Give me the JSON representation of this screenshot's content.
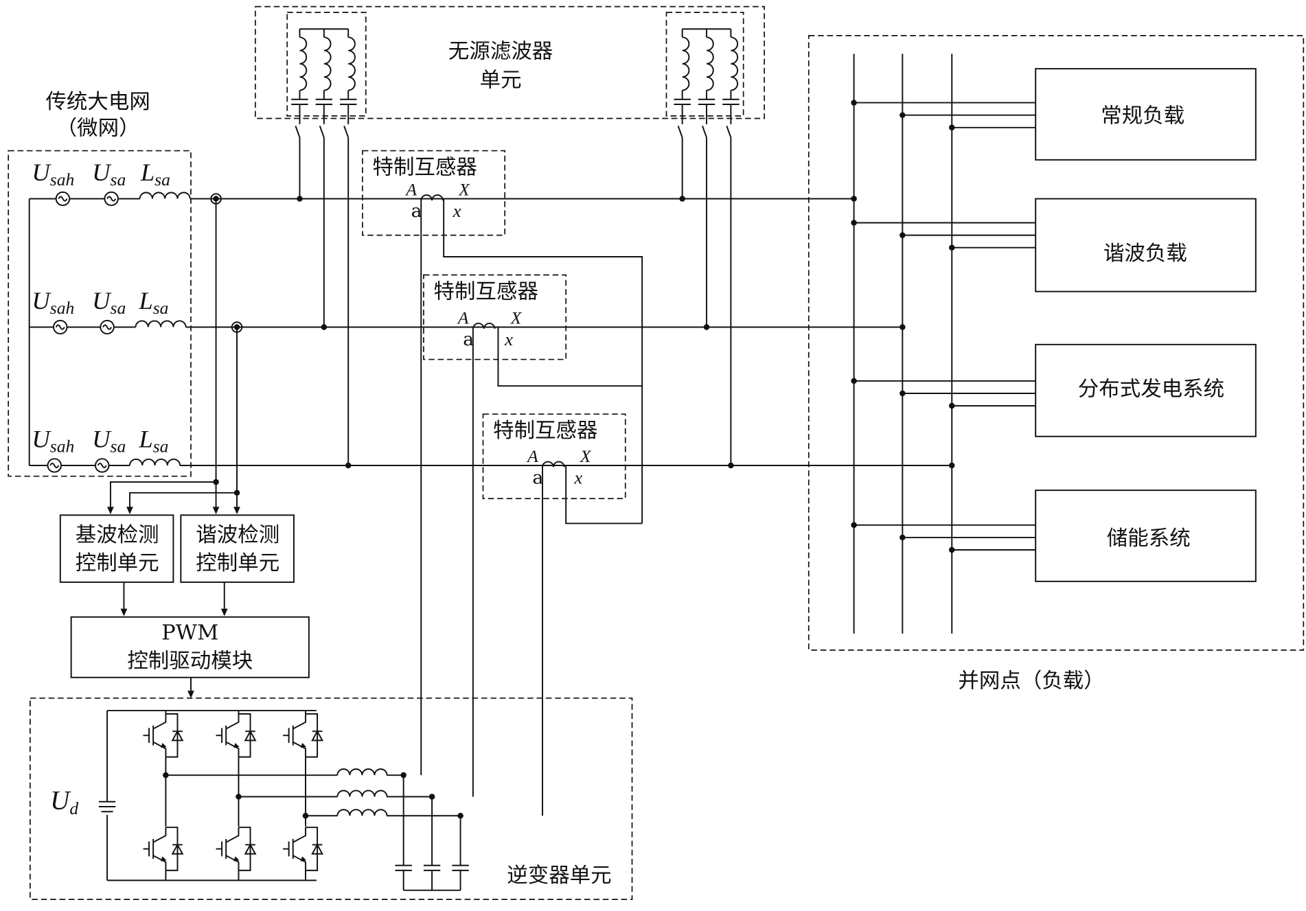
{
  "grid": {
    "title": "传统大电网",
    "subtitle": "（微网）",
    "source_h": "U",
    "source_h_sub": "sah",
    "source": "U",
    "source_sub": "sa",
    "inductor": "L",
    "inductor_sub": "sa"
  },
  "filter": {
    "line1": "无源滤波器",
    "line2": "单元"
  },
  "transformer": {
    "title": "特制互感器",
    "A": "A",
    "X": "X",
    "a": "a",
    "x": "x"
  },
  "loads": {
    "items": [
      "常规负载",
      "谐波负载",
      "分布式发电系统",
      "储能系统"
    ],
    "label": "并网点（负载）"
  },
  "control": {
    "fund_l1": "基波检测",
    "fund_l2": "控制单元",
    "harm_l1": "谐波检测",
    "harm_l2": "控制单元",
    "pwm_l1": "PWM",
    "pwm_l2": "控制驱动模块"
  },
  "inverter": {
    "label": "逆变器单元",
    "ud": "U",
    "ud_sub": "d"
  }
}
